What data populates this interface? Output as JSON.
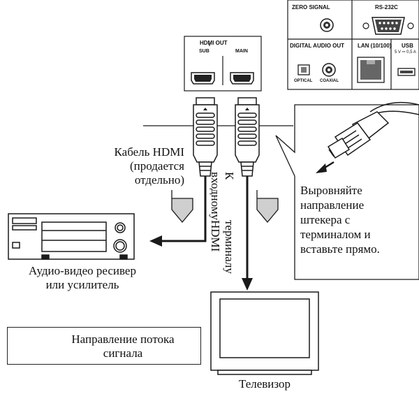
{
  "panel": {
    "zero_signal": "ZERO SIGNAL",
    "rs232c": "RS-232C",
    "digital_audio_out": "DIGITAL AUDIO OUT",
    "lan": "LAN (10/100)",
    "usb": "USB",
    "usb_rating": "5 V ⎓ 0,5 A",
    "optical": "OPTICAL",
    "coaxial": "COAXIAL"
  },
  "hdmi_out": {
    "title": "HDMI OUT",
    "sub": "SUB",
    "main": "MAIN"
  },
  "labels": {
    "cable_line1": "Кабель HDMI",
    "cable_line2": "(продается",
    "cable_line3": "отдельно)",
    "to_input_line1": "К входному",
    "to_input_line2": "терминалу HDMI",
    "receiver_line1": "Аудио-видео ресивер",
    "receiver_line2": "или усилитель",
    "tv": "Телевизор"
  },
  "callout": {
    "line1": "Выровняйте",
    "line2": "направление",
    "line3": "штекера с",
    "line4": "терминалом и",
    "line5": "вставьте прямо."
  },
  "legend": {
    "line1": "Направление потока",
    "line2": "сигнала"
  },
  "colors": {
    "stroke": "#1a1a1a",
    "flow_arrow_fill": "#cfcfcf"
  }
}
